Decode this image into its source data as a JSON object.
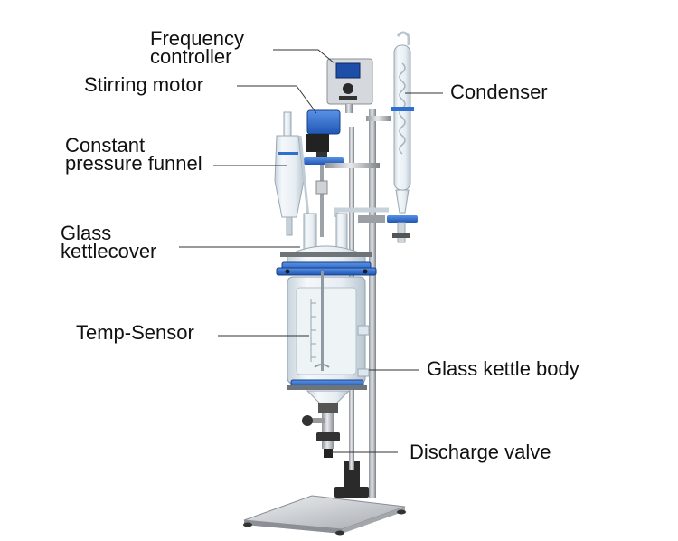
{
  "diagram": {
    "labels": {
      "frequency_controller_line1": "Frequency",
      "frequency_controller_line2": "controller",
      "stirring_motor": "Stirring motor",
      "constant_pressure_funnel_line1": "Constant",
      "constant_pressure_funnel_line2": "pressure funnel",
      "glass_kettlecover_line1": "Glass",
      "glass_kettlecover_line2": "kettlecover",
      "temp_sensor": "Temp-Sensor",
      "condenser": "Condenser",
      "glass_kettle_body": "Glass kettle body",
      "discharge_valve": "Discharge valve"
    },
    "colors": {
      "label_text": "#111111",
      "leader_line": "#333333",
      "clamp_blue": "#2f6fd0",
      "steel": "#b8bcc2",
      "glass": "#dfe7ee"
    }
  }
}
